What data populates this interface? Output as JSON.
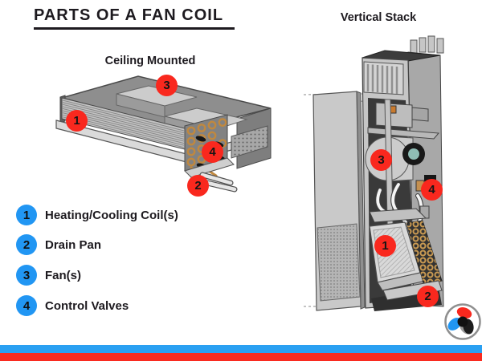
{
  "title": "PARTS OF A FAN COIL",
  "diagrams": {
    "ceiling": {
      "heading": "Ceiling Mounted",
      "markers": [
        {
          "number": "1"
        },
        {
          "number": "2"
        },
        {
          "number": "3"
        },
        {
          "number": "4"
        }
      ]
    },
    "vertical": {
      "heading": "Vertical Stack",
      "markers": [
        {
          "number": "1"
        },
        {
          "number": "2"
        },
        {
          "number": "3"
        },
        {
          "number": "4"
        }
      ]
    }
  },
  "legend": {
    "items": [
      {
        "number": "1",
        "label": "Heating/Cooling Coil(s)"
      },
      {
        "number": "2",
        "label": "Drain Pan"
      },
      {
        "number": "3",
        "label": "Fan(s)"
      },
      {
        "number": "4",
        "label": "Control Valves"
      }
    ]
  },
  "footer": {
    "logo": "fan-logo",
    "stripe_colors": {
      "blue": "#2aa0f2",
      "red": "#f92b20"
    }
  },
  "colors": {
    "marker_red": "#f9281e",
    "legend_blue": "#2196f3",
    "text": "#1d1a1f",
    "copper": "#c0883f",
    "fan_hub_teal": "#8fbdb5"
  }
}
